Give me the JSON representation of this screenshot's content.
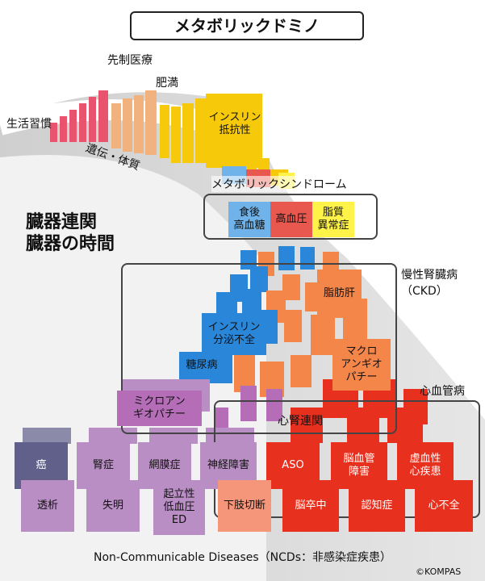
{
  "title": "メタボリックドミノ",
  "labels": {
    "senseisyo": "先制医療",
    "seikatsu": "生活習慣",
    "himan": "肥満",
    "iden": "遺伝・体質",
    "metabo": "メタボリックシンドローム",
    "zoki1": "臓器連関",
    "zoki2": "臓器の時間",
    "ckd1": "慢性腎臓病",
    "ckd2": "（CKD）",
    "shinkekkan": "心血管病",
    "shinjin": "心腎連関",
    "footer": "Non-Communicable Diseases（NCDs：非感染症疾患）",
    "copyright": "©KOMPAS"
  },
  "boxes": {
    "insulin_teikou": "インスリン\n抵抗性",
    "shokugo": "食後\n高血糖",
    "kouketsuatsu": "高血圧",
    "shishitsu": "脂質\n異常症",
    "shibokan": "脂肪肝",
    "insulin_bunpitsu": "インスリン\n分泌不全",
    "makuro": "マクロ\nアンギオ\nパチー",
    "tonyobyo": "糖尿病",
    "mikuro": "ミクロアン\nギオパチー",
    "gan": "癌",
    "jinsho": "腎症",
    "moumaku": "網膜症",
    "shinkei": "神経障害",
    "aso": "ASO",
    "noukekkan": "脳血管\n障害",
    "kyoketsu": "虚血性\n心疾患",
    "touseki": "透析",
    "shitsumei": "失明",
    "kiritsu": "起立性\n低血圧\nED",
    "kashi": "下肢切断",
    "nousotchu": "脳卒中",
    "ninchi": "認知症",
    "shinfuzen": "心不全"
  },
  "colors": {
    "lifestyle": "#e8546e",
    "obesity": "#f2b27e",
    "insulin": "#f7c90b",
    "blue": "#2a86d8",
    "lightblue": "#6fb3ea",
    "red": "#e8584f",
    "orange": "#f5864a",
    "deepred": "#e8301e",
    "purple": "#b56db8",
    "lightpurple": "#b98ec4",
    "slate": "#60608a",
    "yellow": "#fff34a",
    "grayband": "#d7d7d7"
  }
}
